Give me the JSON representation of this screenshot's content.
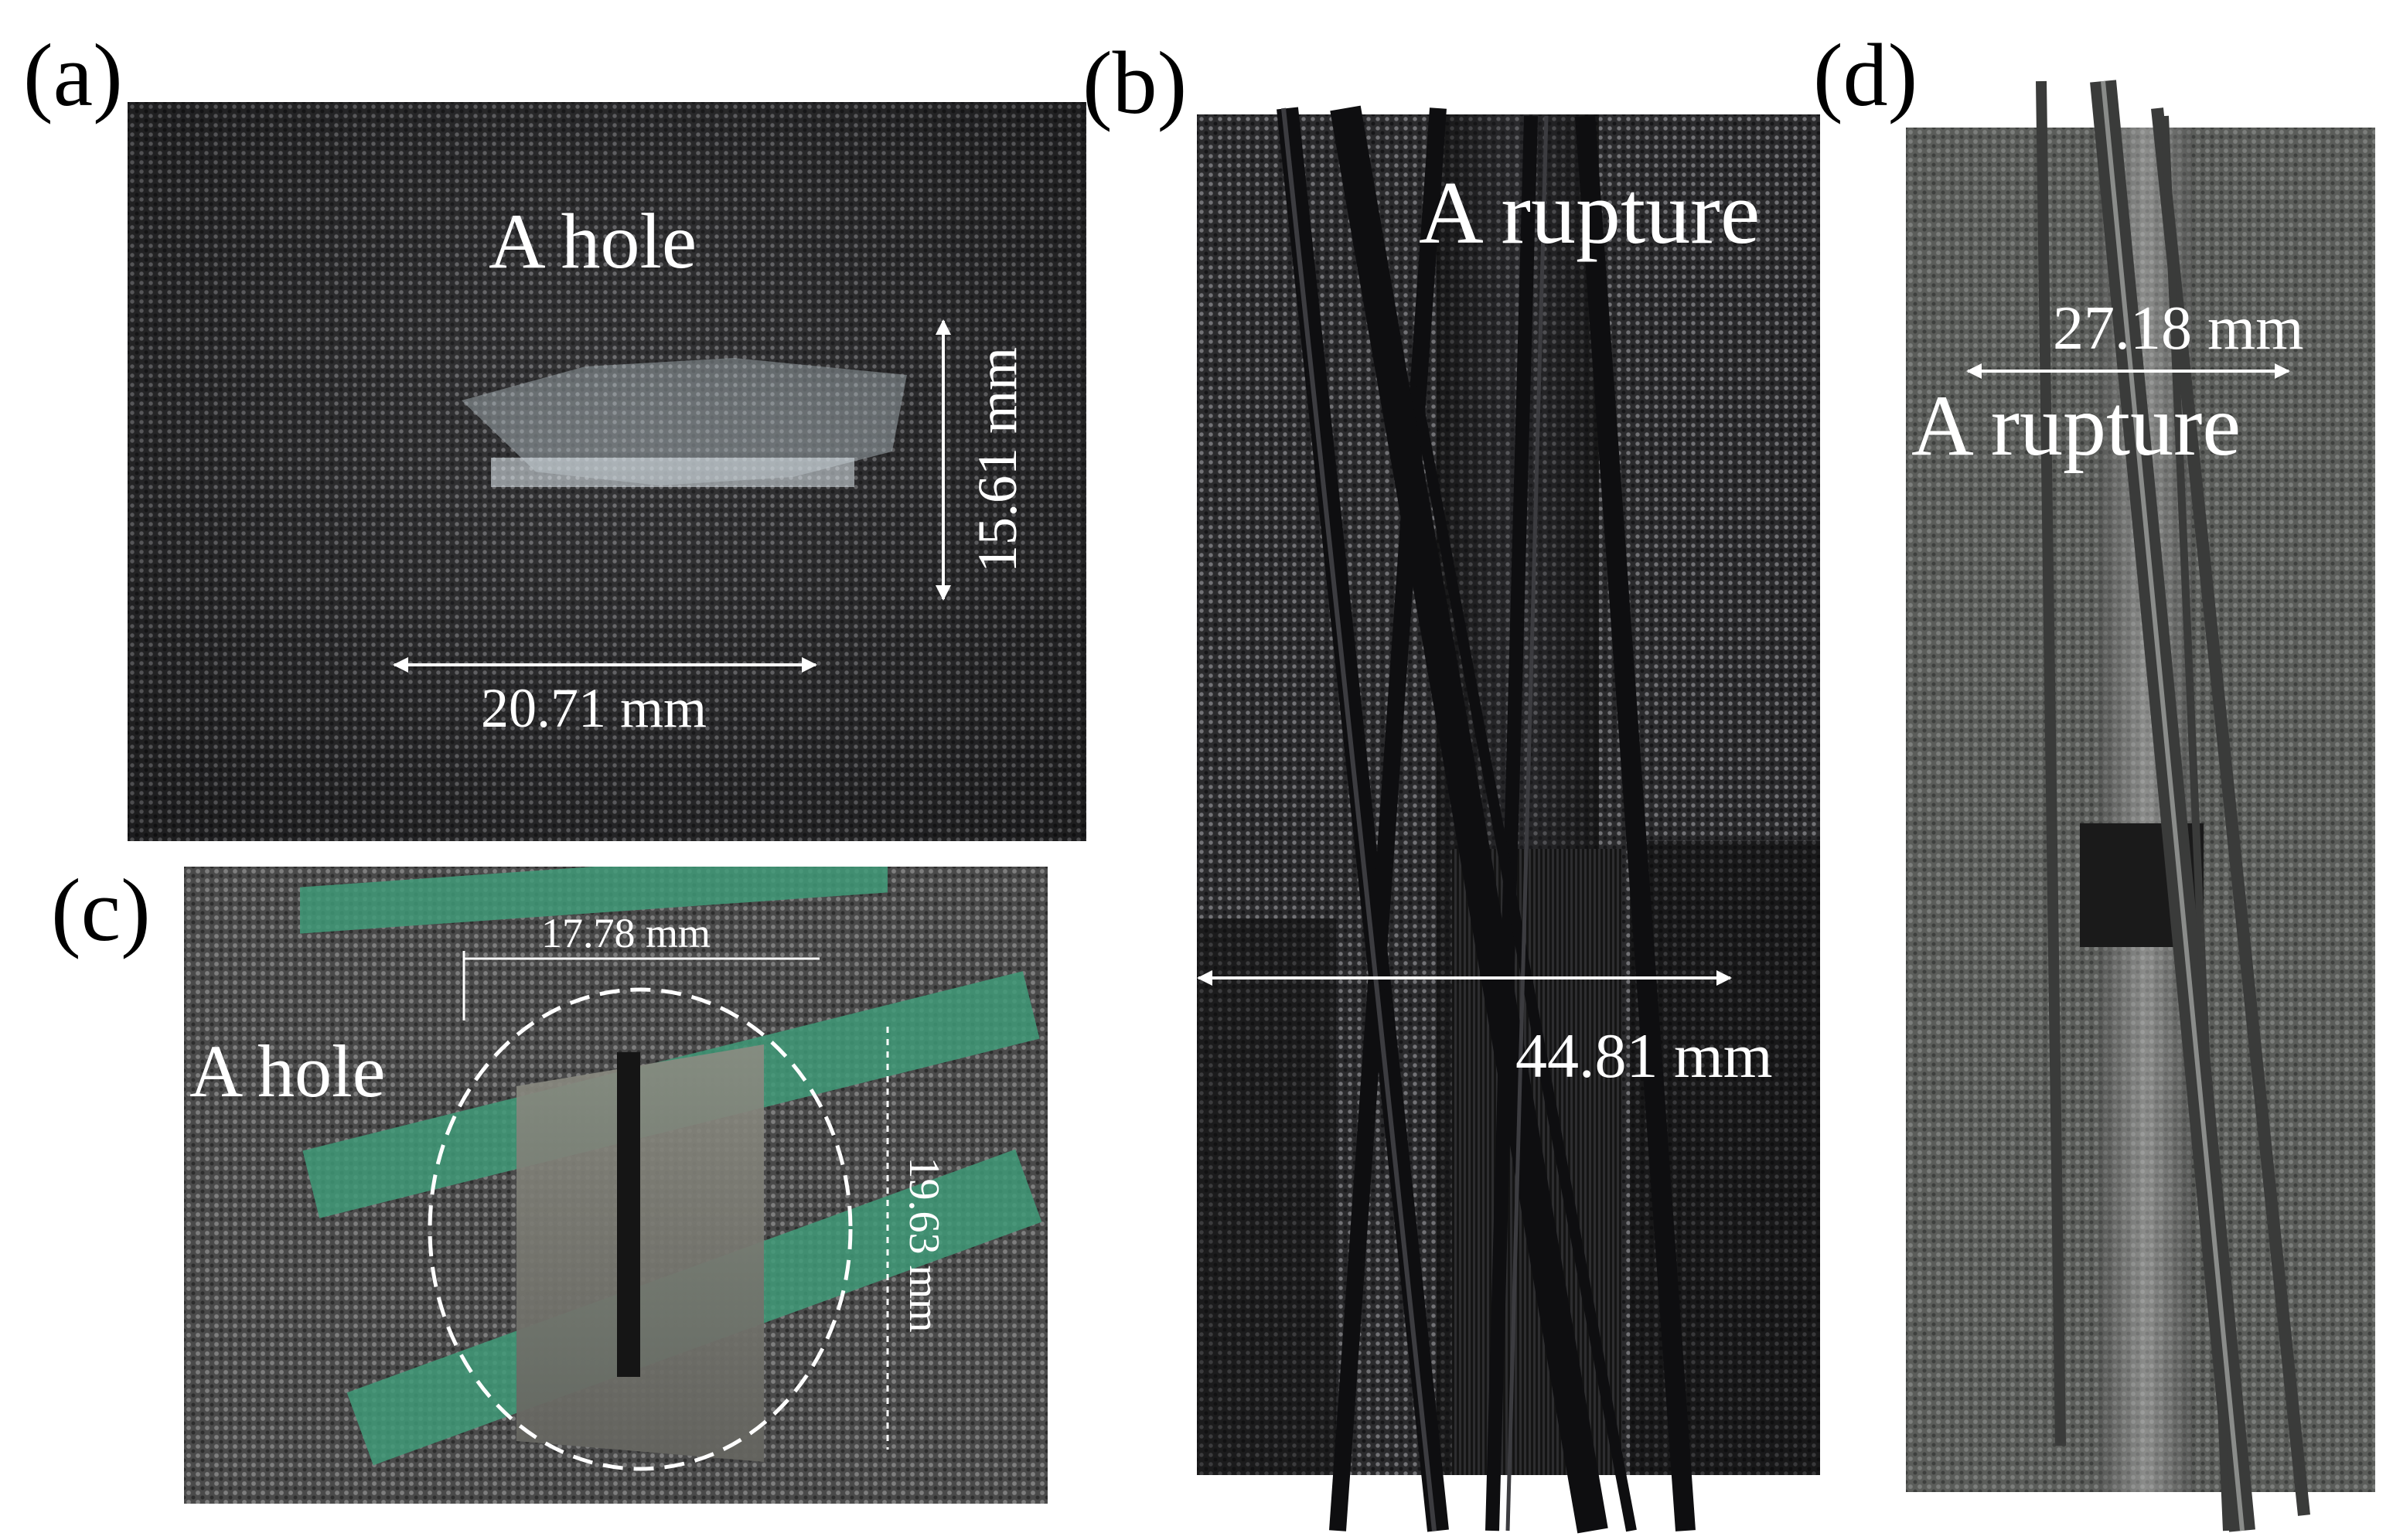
{
  "panels": {
    "a": {
      "label": "(a)",
      "title": "A hole",
      "width_dim": "20.71 mm",
      "height_dim": "15.61 mm"
    },
    "b": {
      "label": "(b)",
      "title": "A rupture",
      "width_dim": "44.81 mm"
    },
    "c": {
      "label": "(c)",
      "title": "A hole",
      "width_dim": "17.78 mm",
      "height_dim": "19.63 mm"
    },
    "d": {
      "label": "(d)",
      "title": "A rupture",
      "width_dim": "27.18 mm"
    }
  },
  "colors": {
    "annotation": "#ffffff",
    "marker_green": "#3f9a78"
  }
}
